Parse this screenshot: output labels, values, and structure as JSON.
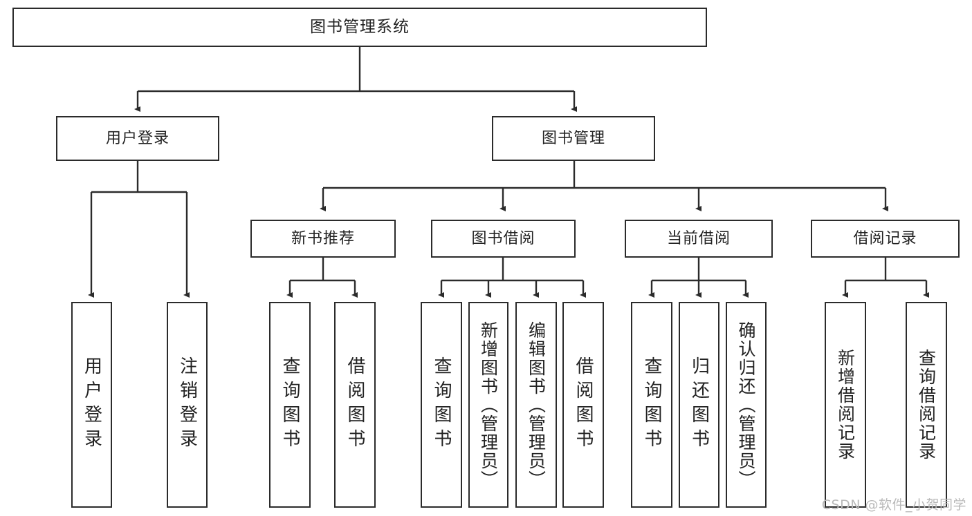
{
  "diagram": {
    "title": "图书管理系统",
    "type": "tree",
    "root": {
      "id": "root",
      "label": "图书管理系统",
      "orientation": "horizontal"
    },
    "level2": [
      {
        "id": "user-login",
        "label": "用户登录",
        "orientation": "horizontal"
      },
      {
        "id": "book-manage",
        "label": "图书管理",
        "orientation": "horizontal"
      }
    ],
    "level3": [
      {
        "id": "new-book-rec",
        "label": "新书推荐",
        "orientation": "horizontal",
        "parent": "book-manage"
      },
      {
        "id": "book-borrow",
        "label": "图书借阅",
        "orientation": "horizontal",
        "parent": "book-manage"
      },
      {
        "id": "current-borrow",
        "label": "当前借阅",
        "orientation": "horizontal",
        "parent": "book-manage"
      },
      {
        "id": "borrow-record",
        "label": "借阅记录",
        "orientation": "horizontal",
        "parent": "book-manage"
      }
    ],
    "leaves": [
      {
        "id": "leaf-user-login",
        "label": "用户登录",
        "parent": "user-login",
        "orientation": "vertical"
      },
      {
        "id": "leaf-user-logout",
        "label": "注销登录",
        "parent": "user-login",
        "orientation": "vertical"
      },
      {
        "id": "leaf-rec-query-book",
        "label": "查询图书",
        "parent": "new-book-rec",
        "orientation": "vertical"
      },
      {
        "id": "leaf-rec-borrow-book",
        "label": "借阅图书",
        "parent": "new-book-rec",
        "orientation": "vertical"
      },
      {
        "id": "leaf-borrow-query-book",
        "label": "查询图书",
        "parent": "book-borrow",
        "orientation": "vertical"
      },
      {
        "id": "leaf-borrow-add-book",
        "label": "新增图书（管理员）",
        "parent": "book-borrow",
        "orientation": "vertical"
      },
      {
        "id": "leaf-borrow-edit-book",
        "label": "编辑图书（管理员）",
        "parent": "book-borrow",
        "orientation": "vertical"
      },
      {
        "id": "leaf-borrow-borrow-book",
        "label": "借阅图书",
        "parent": "book-borrow",
        "orientation": "vertical"
      },
      {
        "id": "leaf-cur-query-book",
        "label": "查询图书",
        "parent": "current-borrow",
        "orientation": "vertical"
      },
      {
        "id": "leaf-cur-return-book",
        "label": "归还图书",
        "parent": "current-borrow",
        "orientation": "vertical"
      },
      {
        "id": "leaf-cur-confirm-return",
        "label": "确认归还（管理员）",
        "parent": "current-borrow",
        "orientation": "vertical"
      },
      {
        "id": "leaf-rec-add-record",
        "label": "新增借阅记录",
        "parent": "borrow-record",
        "orientation": "vertical"
      },
      {
        "id": "leaf-rec-query-record",
        "label": "查询借阅记录",
        "parent": "borrow-record",
        "orientation": "vertical"
      }
    ],
    "watermark": "CSDN @软件_小贺同学",
    "colors": {
      "stroke": "#2b2b2b",
      "fill": "#ffffff",
      "text": "#222222",
      "watermark": "#b9b9b9"
    }
  }
}
